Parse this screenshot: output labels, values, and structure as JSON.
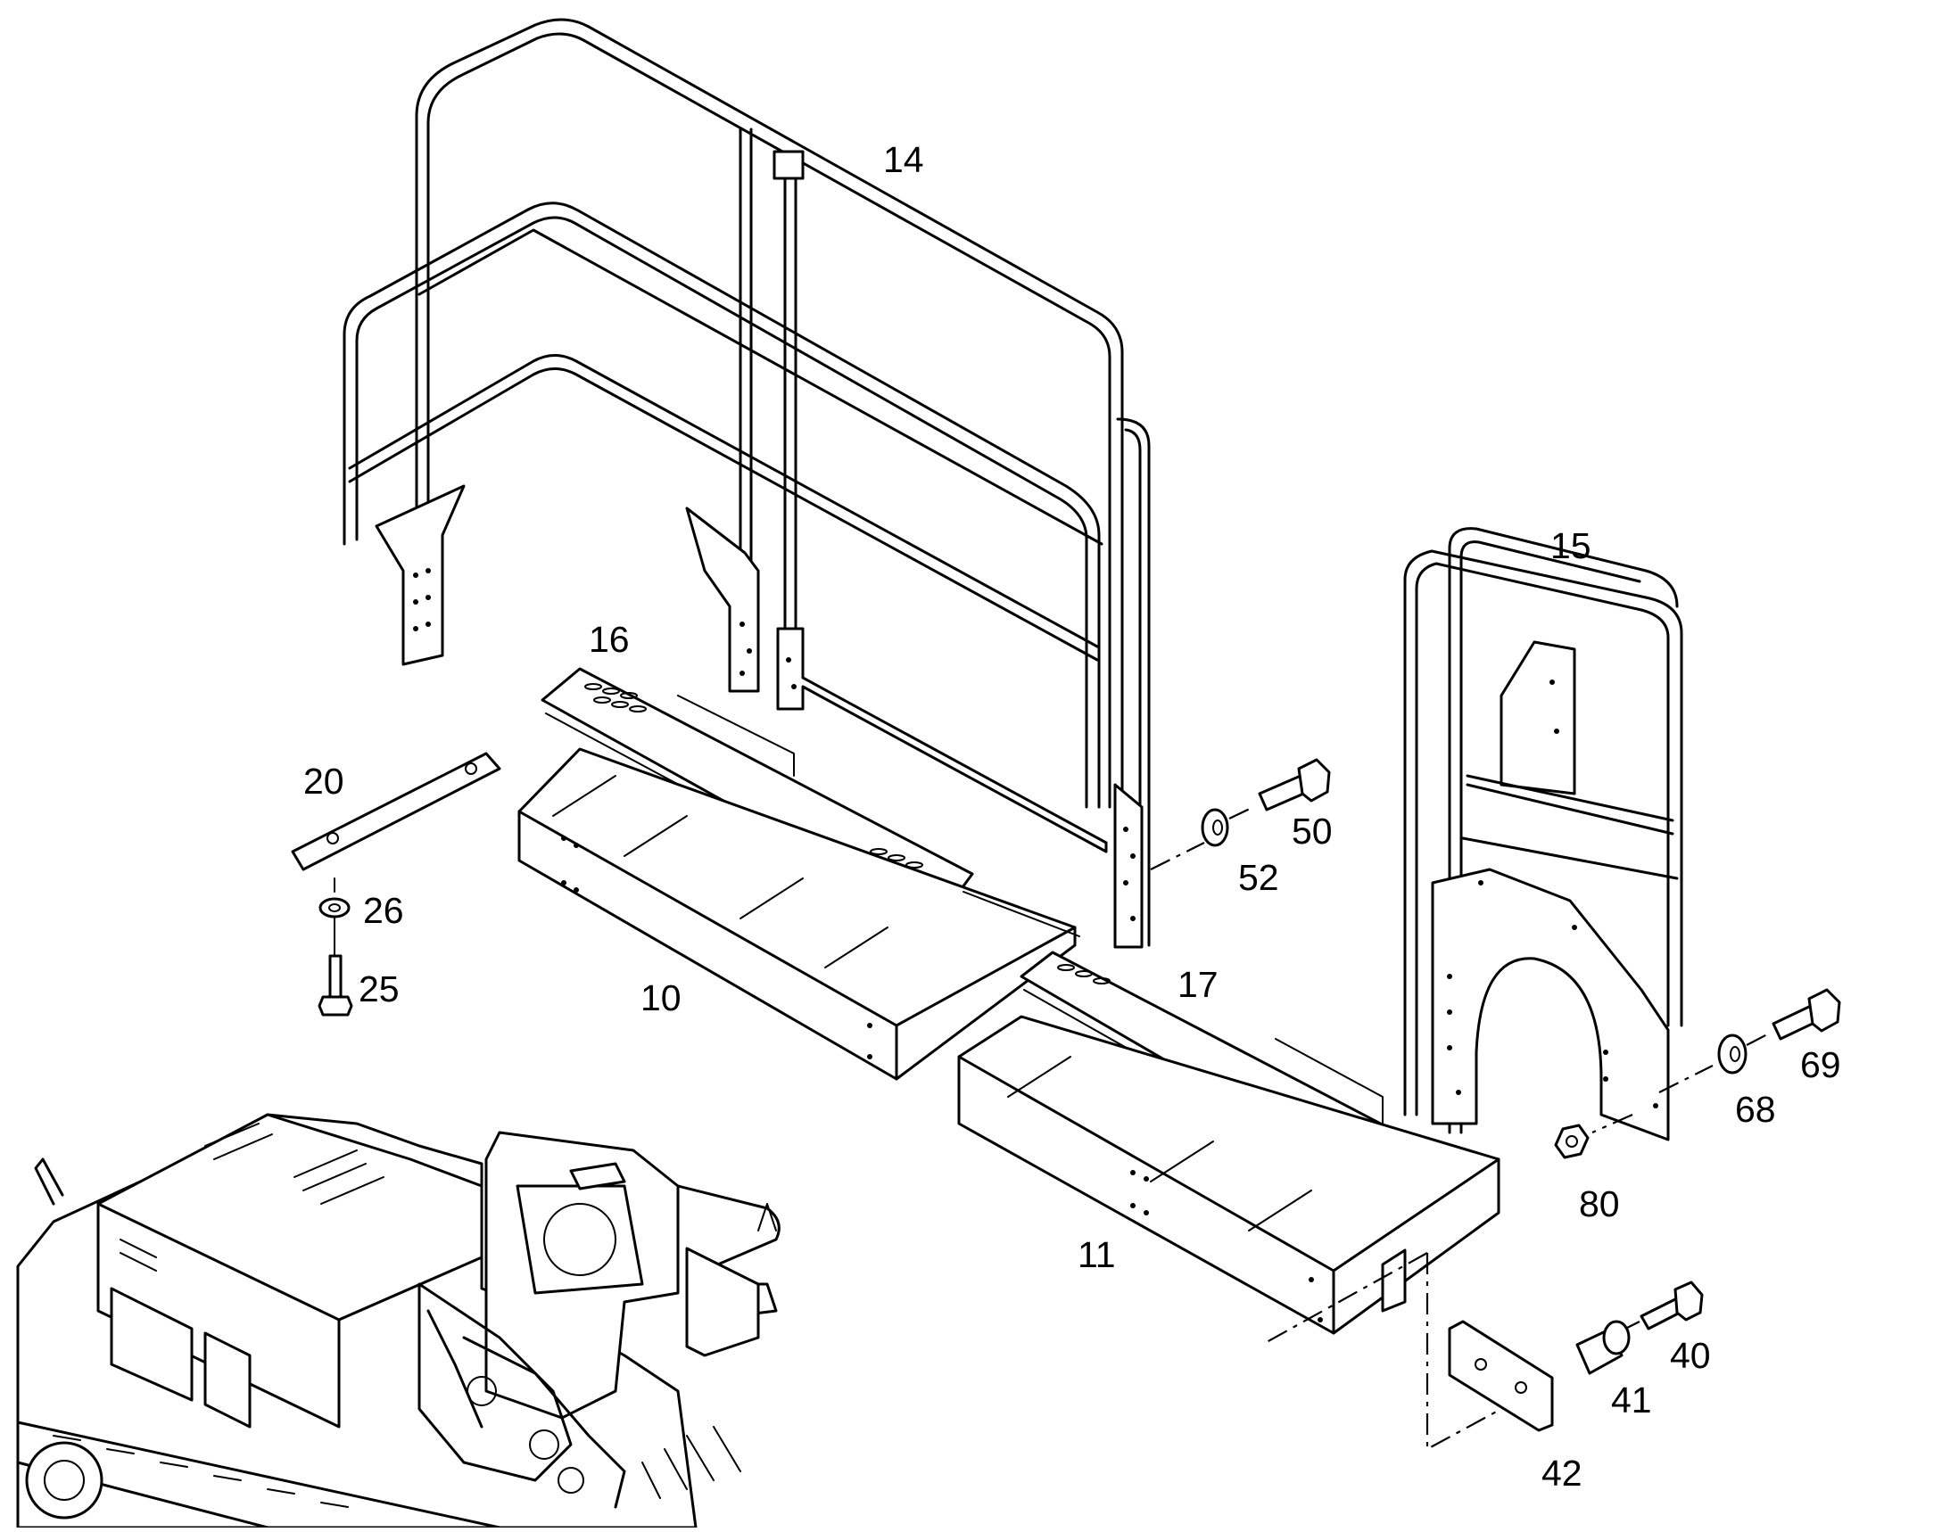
{
  "diagram": {
    "callouts": [
      "14",
      "15",
      "16",
      "20",
      "50",
      "52",
      "26",
      "25",
      "10",
      "17",
      "69",
      "68",
      "80",
      "11",
      "40",
      "41",
      "42"
    ]
  }
}
